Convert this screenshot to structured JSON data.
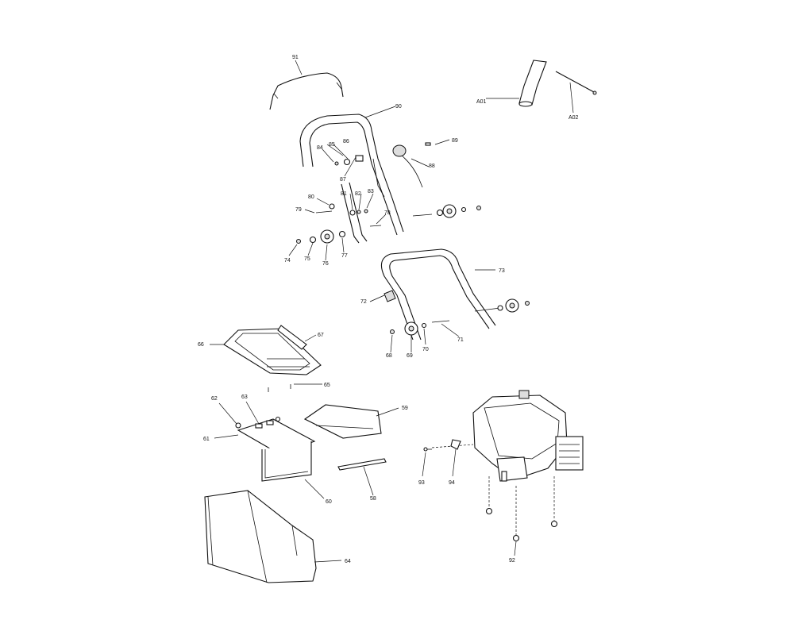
{
  "callouts": {
    "p91": "91",
    "p90": "90",
    "p89": "89",
    "p88": "88",
    "p87": "87",
    "p86": "86",
    "p85": "85",
    "p84": "84",
    "p83": "83",
    "p82": "82",
    "p81": "81",
    "p80": "80",
    "p79": "79",
    "p78": "78",
    "p77": "77",
    "p76": "76",
    "p75": "75",
    "p74": "74",
    "p73": "73",
    "p72": "72",
    "p71": "71",
    "p70": "70",
    "p69": "69",
    "p68": "68",
    "p67": "67",
    "p66": "66",
    "p65": "65",
    "p64": "64",
    "p63": "63",
    "p62": "62",
    "p61": "61",
    "p60": "60",
    "p59": "59",
    "p58": "58",
    "p94": "94",
    "p93": "93",
    "p92": "92",
    "a01": "A01",
    "a02": "A02"
  }
}
